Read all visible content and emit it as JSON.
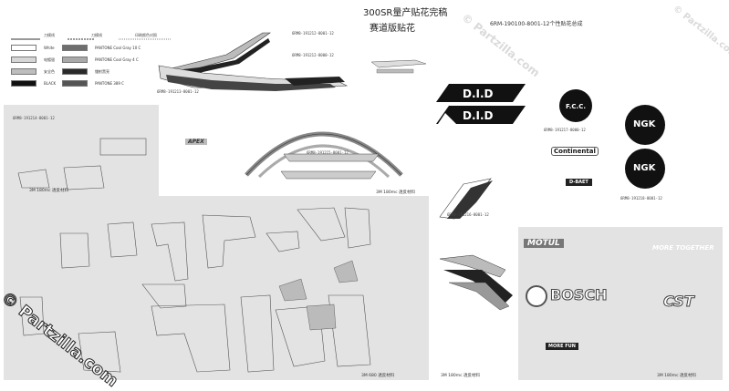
{
  "header": {
    "title_top": "300SR量产贴花完稿",
    "title_sub": "赛道版贴花",
    "part_title": "6RM-190100-8001-12个性贴花总成"
  },
  "legend": {
    "col_headers": [
      "刀模线",
      "刀模线",
      "印刷颜色对照"
    ],
    "rows": [
      {
        "left_label": "White",
        "left_color": "#ffffff",
        "right_label": "PANTONE Cool Gray 10 C",
        "right_color": "#6e6e6e"
      },
      {
        "left_label": "电镀银",
        "left_color": "#d6d6d6",
        "right_label": "PANTONE Cool Gray 4 C",
        "right_color": "#a9a9a9"
      },
      {
        "left_label": "安全色",
        "left_color": "#bdbdbd",
        "right_label": "镭射黑亮",
        "right_color": "#2a2a2a"
      },
      {
        "left_label": "BLACK",
        "left_color": "#111111",
        "right_label": "PANTONE 389 C",
        "right_color": "#555555"
      }
    ]
  },
  "brands": {
    "did": "D.I.D",
    "fcc": "F.C.C.",
    "ngk": "NGK",
    "continental": "Continental",
    "ebaet": "D-BAET",
    "bosch": "BOSCH",
    "motul": "MOTUL",
    "cst": "CST",
    "more_fun": "MORE FUN",
    "together": "MORE TOGETHER",
    "apex": "APEX"
  },
  "sheet_captions": {
    "left_panel": "3M 180mc 透反材料",
    "center": "3M 180mc 透反材料",
    "bottom_left": "3M 680 透反材料",
    "bottom_mid": "3M 180mc 透反材料",
    "bottom_right": "3M 180mc 透反材料"
  },
  "watermark": {
    "text": "© Partzilla.com"
  },
  "part_labels": {
    "p1": "6RM8-191212-8001-12",
    "p2": "6RM8-191212-8000-12",
    "p3": "6RM8-191213-8001-12",
    "p4": "6RM8-191214-8001-12",
    "p5": "6RM8-191215-8001-12",
    "p6": "6RM8-191216-8001-12",
    "p7": "6RM8-191217-8000-12",
    "p8": "6RM8-191218-8001-12"
  }
}
